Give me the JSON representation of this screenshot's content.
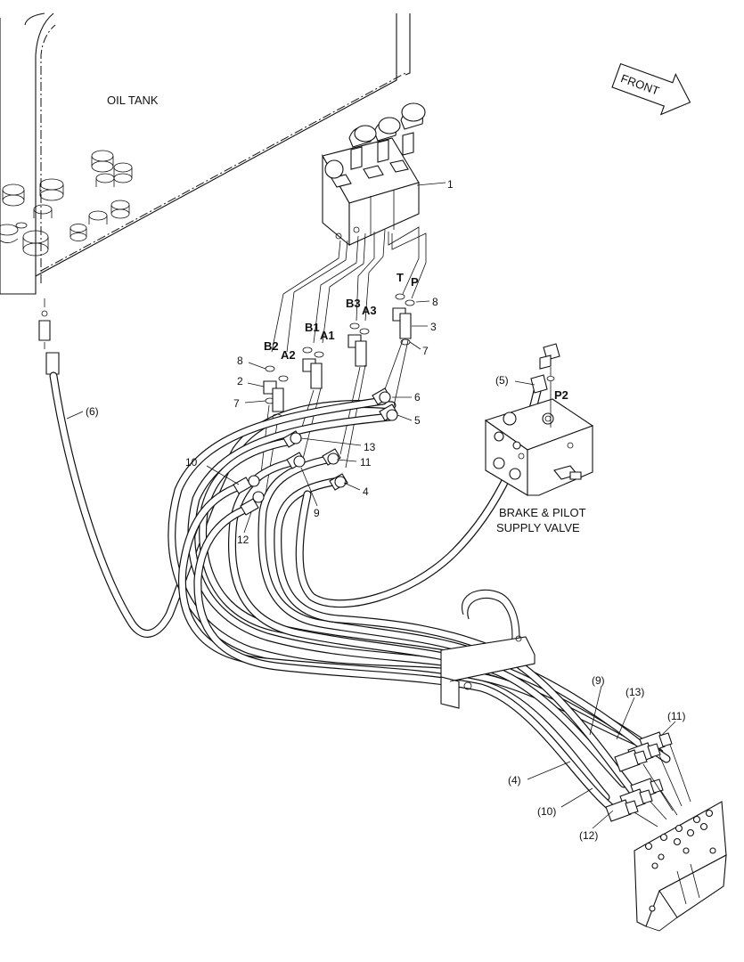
{
  "labels": {
    "oil_tank": "OIL TANK",
    "front": "FRONT",
    "valve_line1": "BRAKE & PILOT",
    "valve_line2": "SUPPLY VALVE"
  },
  "ports": {
    "b2": "B2",
    "a2": "A2",
    "b1": "B1",
    "a1": "A1",
    "b3": "B3",
    "a3": "A3",
    "t": "T",
    "p": "P",
    "p2": "P2"
  },
  "callouts": {
    "c1": "1",
    "c8a": "8",
    "c3": "3",
    "c7a": "7",
    "c8b": "8",
    "c2": "2",
    "c7b": "7",
    "c6": "6",
    "c5": "5",
    "c13": "13",
    "c11": "11",
    "c10": "10",
    "c9": "9",
    "c4": "4",
    "c12": "12",
    "p6": "(6)",
    "p5": "(5)",
    "p9": "(9)",
    "p13": "(13)",
    "p11": "(11)",
    "p4": "(4)",
    "p10": "(10)",
    "p12": "(12)"
  },
  "colors": {
    "line": "#111111",
    "background": "#ffffff"
  }
}
